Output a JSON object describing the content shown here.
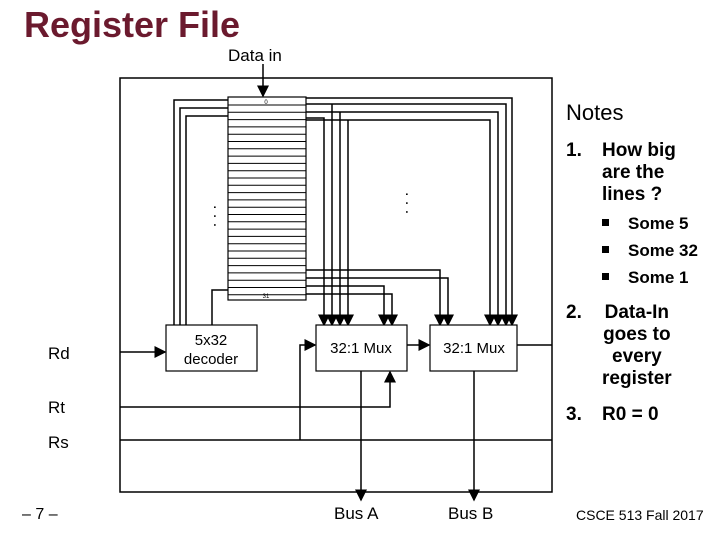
{
  "title": "Register File",
  "data_in_label": "Data in",
  "notes": {
    "heading": "Notes",
    "items": [
      {
        "num": "1.",
        "lines": [
          "How big",
          "are the",
          "lines ?"
        ],
        "bullets": [
          "Some 5",
          "Some 32",
          "Some 1"
        ]
      },
      {
        "num": "2.",
        "lines": [
          "Data-In",
          "goes to",
          "every",
          "register"
        ]
      },
      {
        "num": "3.",
        "lines": [
          "R0 = 0"
        ]
      }
    ]
  },
  "diagram": {
    "reg_top_label": "0",
    "reg_bottom_label": "31",
    "decoder_label": [
      "5x32",
      "decoder"
    ],
    "mux_a_label": "32:1 Mux",
    "mux_b_label": "32:1 Mux",
    "rd_label": "Rd",
    "rt_label": "Rt",
    "rs_label": "Rs",
    "bus_a_label": "Bus A",
    "bus_b_label": "Bus B"
  },
  "footer": {
    "page_number": "– 7 –",
    "course": "CSCE 513 Fall 2017"
  },
  "colors": {
    "title": "#6b1a2e"
  }
}
